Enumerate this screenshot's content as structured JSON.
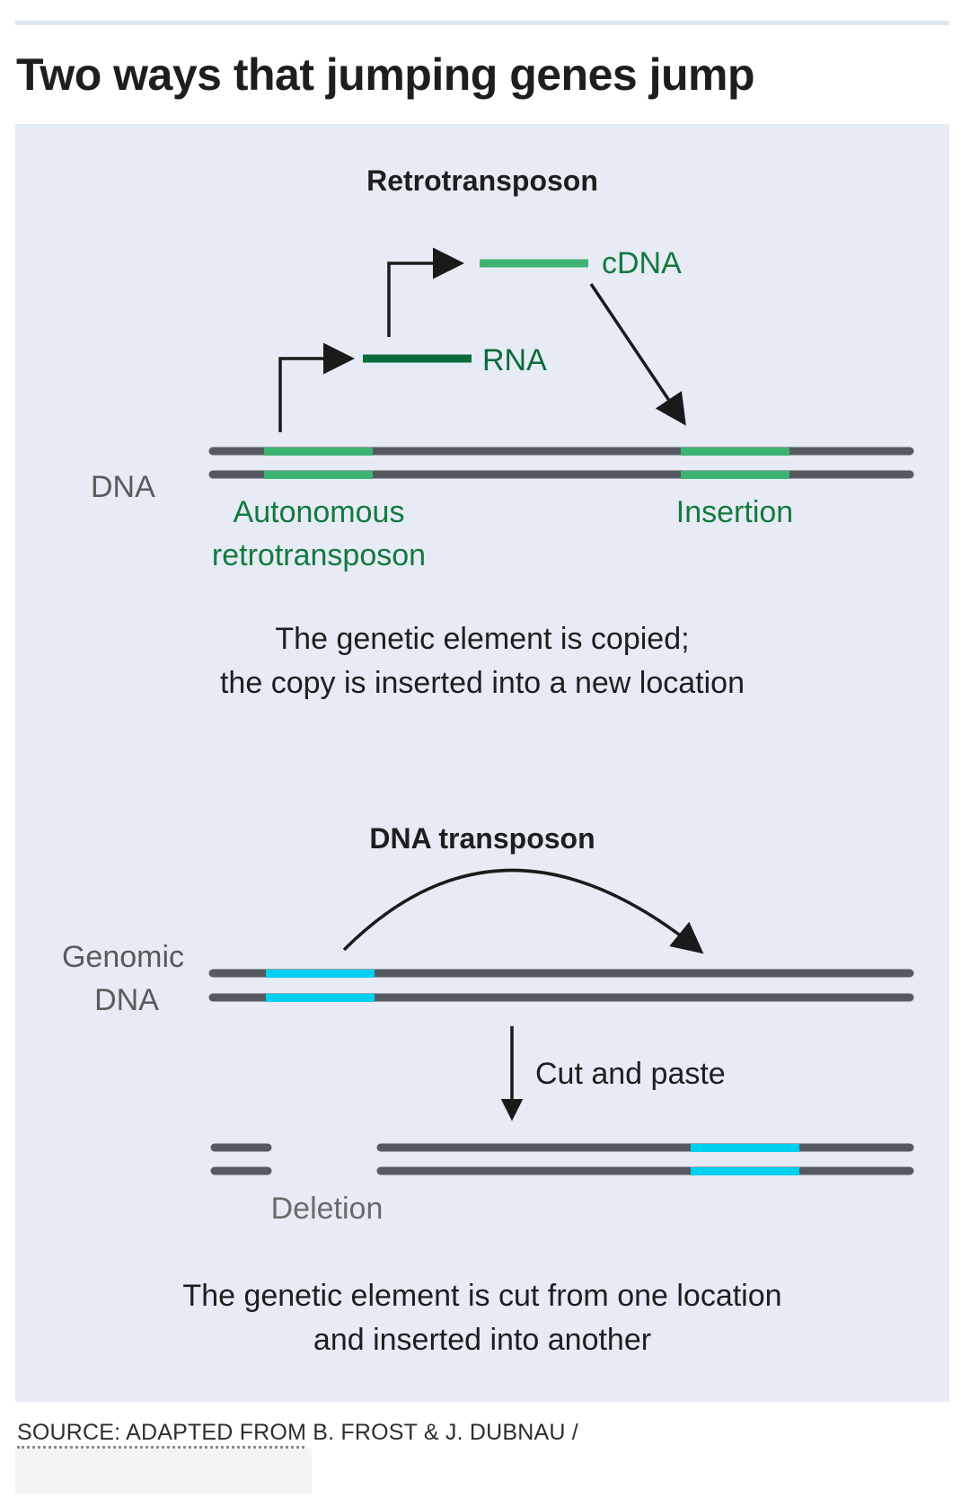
{
  "title": "Two ways that jumping genes jump",
  "retrotransposon": {
    "heading": "Retrotransposon",
    "cdna_label": "cDNA",
    "rna_label": "RNA",
    "dna_label": "DNA",
    "autonomous_label_line1": "Autonomous",
    "autonomous_label_line2": "retrotransposon",
    "insertion_label": "Insertion",
    "caption_line1": "The genetic element is copied;",
    "caption_line2": "the copy is inserted into a new location"
  },
  "dna_transposon": {
    "heading": "DNA transposon",
    "genomic_label_line1": "Genomic",
    "genomic_label_line2": "DNA",
    "cut_paste_label": "Cut and paste",
    "deletion_label": "Deletion",
    "caption_line1": "The genetic element is cut from one location",
    "caption_line2": "and inserted into another"
  },
  "source": "SOURCE: ADAPTED FROM B. FROST & J. DUBNAU /",
  "colors": {
    "panel_bg": "#e7ebf5",
    "strand": "#555a60",
    "green_light": "#3cb371",
    "green_dark": "#0b6b3a",
    "green_text": "#137a3f",
    "cyan": "#00d0f0",
    "arrow": "#1a1a1a",
    "gray_text": "#5a5a5a"
  }
}
